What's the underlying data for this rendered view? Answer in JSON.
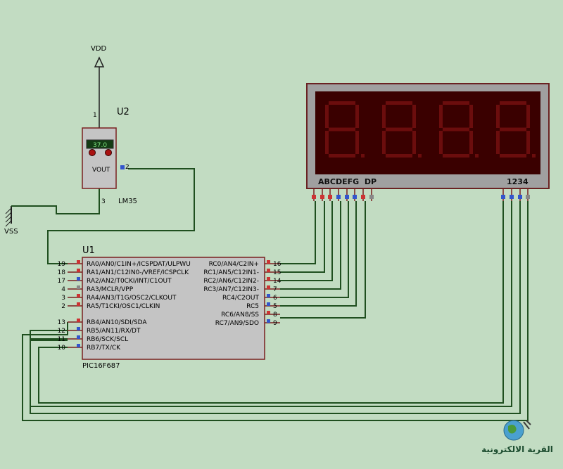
{
  "power": {
    "vdd_label": "VDD",
    "vss_label": "VSS"
  },
  "u2": {
    "ref": "U2",
    "part": "LM35",
    "display_value": "37.0",
    "vout_label": "VOUT",
    "pins": {
      "p1": "1",
      "p2": "2",
      "p3": "3"
    }
  },
  "u1": {
    "ref": "U1",
    "part": "PIC16F687",
    "left_pins": [
      {
        "num": "19",
        "name": "RA0/AN0/C1IN+/ICSPDAT/ULPWU"
      },
      {
        "num": "18",
        "name": "RA1/AN1/C12IN0-/VREF/ICSPCLK"
      },
      {
        "num": "17",
        "name": "RA2/AN2/T0CKI/INT/C1OUT"
      },
      {
        "num": "4",
        "name": "RA3/MCLR/VPP"
      },
      {
        "num": "3",
        "name": "RA4/AN3/T1G/OSC2/CLKOUT"
      },
      {
        "num": "2",
        "name": "RA5/T1CKI/OSC1/CLKIN"
      },
      {
        "num": "13",
        "name": "RB4/AN10/SDI/SDA"
      },
      {
        "num": "12",
        "name": "RB5/AN11/RX/DT"
      },
      {
        "num": "11",
        "name": "RB6/SCK/SCL"
      },
      {
        "num": "10",
        "name": "RB7/TX/CK"
      }
    ],
    "right_pins": [
      {
        "num": "16",
        "name": "RC0/AN4/C2IN+"
      },
      {
        "num": "15",
        "name": "RC1/AN5/C12IN1-"
      },
      {
        "num": "14",
        "name": "RC2/AN6/C12IN2-"
      },
      {
        "num": "7",
        "name": "RC3/AN7/C12IN3-"
      },
      {
        "num": "6",
        "name": "RC4/C2OUT"
      },
      {
        "num": "5",
        "name": "RC5"
      },
      {
        "num": "8",
        "name": "RC6/AN8/SS"
      },
      {
        "num": "9",
        "name": "RC7/AN9/SDO"
      }
    ]
  },
  "display": {
    "segment_label": "ABCDEFG  DP",
    "digit_label": "1234",
    "digits": [
      "8.",
      "8.",
      "8.",
      "8."
    ]
  },
  "footer": {
    "logo_text": "القرية الالكترونية"
  },
  "colors": {
    "background": "#c2dcc2",
    "wire": "#1f4f1f",
    "chip_fill": "#c4c4c4",
    "chip_border": "#7a1f1f",
    "segment_off": "#6b0d0d",
    "display_panel": "#3a0000",
    "pin_red": "#cc3333",
    "pin_blue": "#3355cc"
  }
}
